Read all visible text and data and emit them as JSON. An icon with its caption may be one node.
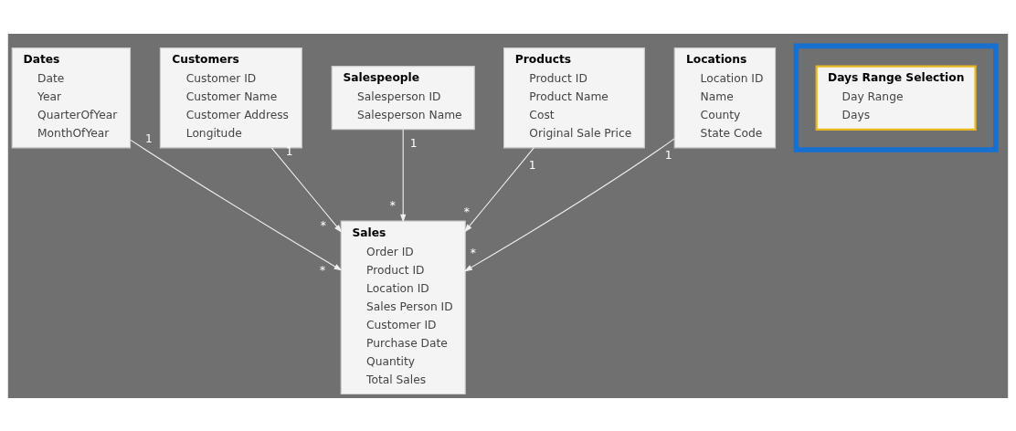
{
  "diagram": {
    "nodes": [
      {
        "text": [
          "Dates",
          "Date",
          "Year",
          "QuarterOfYear",
          "MonthOfYear"
        ]
      },
      {
        "text": [
          "Customers",
          "Customer ID",
          "Customer Name",
          "Customer Address",
          "Longitude"
        ]
      },
      {
        "text": [
          "Salespeople",
          "Salesperson ID",
          "Salesperson Name"
        ]
      },
      {
        "text": [
          "Products",
          "Product ID",
          "Product Name",
          "Cost",
          "Original Sale Price"
        ]
      },
      {
        "text": [
          "Locations",
          "Location ID",
          "Name",
          "County",
          "State Code"
        ]
      },
      {
        "text": [
          "Sales",
          "Order ID",
          "Product ID",
          "Location ID",
          "Sales Person ID",
          "Customer ID",
          "Purchase Date",
          "Quantity",
          "Total Sales"
        ]
      },
      {
        "text": [],
        "shape": "box"
      },
      {
        "text": [
          "Days Range Selection",
          "Day Range",
          "Days"
        ],
        "in": 6
      }
    ],
    "edges": [
      {
        "from": 0,
        "to": 5,
        "arrow": "to"
      },
      {
        "from": 1,
        "to": 5,
        "arrow": "to"
      },
      {
        "from": 2,
        "to": 5,
        "arrow": "to"
      },
      {
        "from": 3,
        "to": 5,
        "arrow": "to"
      },
      {
        "from": 4,
        "to": 5,
        "arrow": "to"
      }
    ],
    "labels": [
      "1",
      "1",
      "1",
      "1",
      "1",
      "*",
      "*",
      "*",
      "*",
      "*"
    ]
  }
}
